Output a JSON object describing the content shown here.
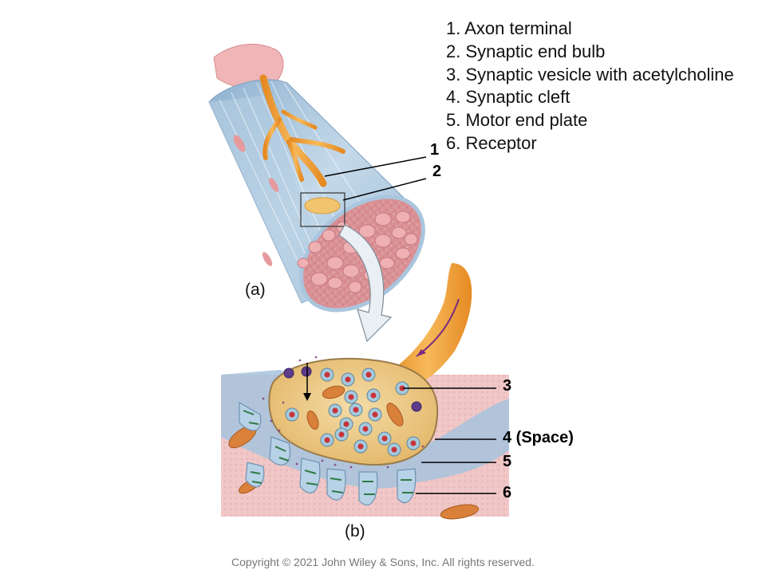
{
  "legend": {
    "items": [
      "1. Axon terminal",
      "2. Synaptic end bulb",
      "3. Synaptic vesicle with acetylcholine",
      "4. Synaptic cleft",
      "5. Motor end plate",
      "6. Receptor"
    ]
  },
  "callouts": {
    "c1": "1",
    "c2": "2",
    "c3": "3",
    "c4": "4 (Space)",
    "c5": "5",
    "c6": "6"
  },
  "panels": {
    "a": "(a)",
    "b": "(b)"
  },
  "footer": {
    "copyright": "Copyright © 2021 John Wiley & Sons, Inc. All rights reserved."
  },
  "colors": {
    "nerve": "#f2a33a",
    "muscle_blue": "#a9c6de",
    "muscle_pink": "#e8a3a5",
    "vesicle_core": "#c8333a",
    "receptor": "#3a9b5a",
    "arrow_purple": "#7a2a7f"
  }
}
